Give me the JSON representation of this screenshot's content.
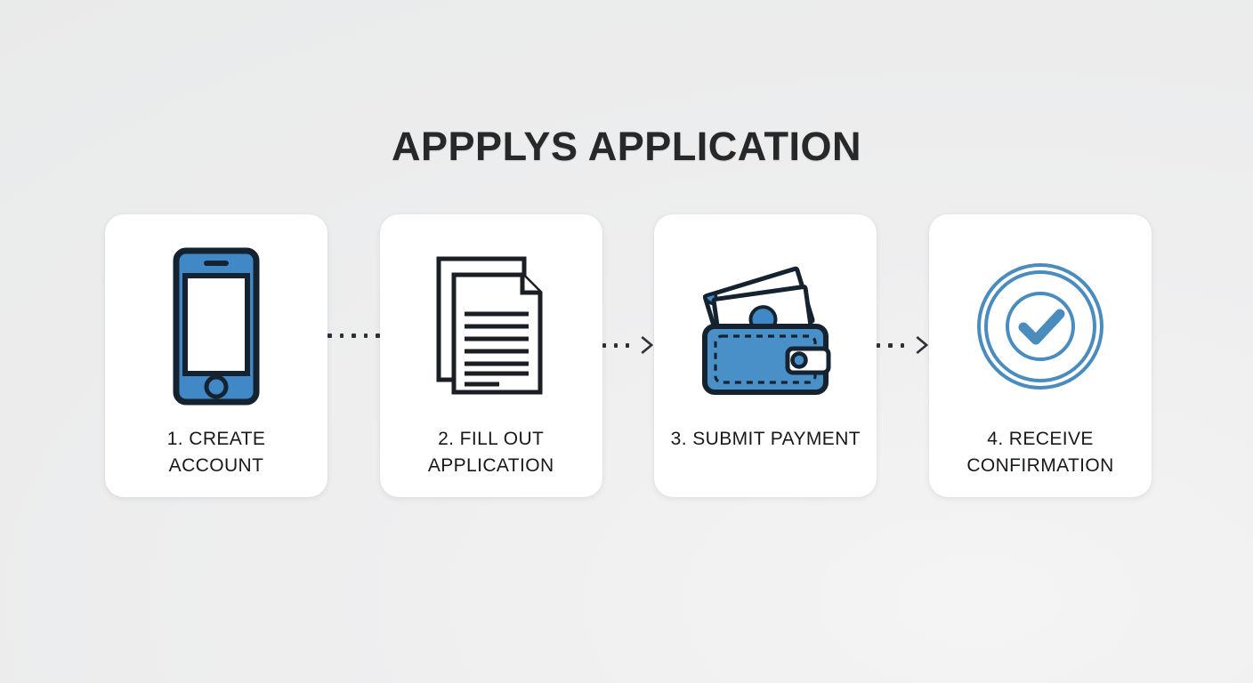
{
  "page": {
    "title": "APPPLYS APPLICATION",
    "background_color": "#eeefef",
    "title_color": "#262829"
  },
  "colors": {
    "icon_blue": "#4089c6",
    "icon_blue_light": "#5ba0d4",
    "icon_outline": "#15222f",
    "confirm_blue": "#4a8cbe",
    "card_background": "#ffffff",
    "label_color": "#17191a"
  },
  "steps": [
    {
      "number": "1.",
      "label": "1. CREATE ACCOUNT",
      "icon": "smartphone-icon"
    },
    {
      "number": "2.",
      "label": "2. FILL OUT APPLICATION",
      "icon": "documents-icon"
    },
    {
      "number": "3.",
      "label": "3. SUBMIT PAYMENT",
      "icon": "wallet-money-icon"
    },
    {
      "number": "4.",
      "label": "4. RECEIVE CONFIRMATION",
      "icon": "check-circle-icon"
    }
  ],
  "connectors": [
    {
      "name": "connector-1-2",
      "style": "dotted",
      "dots": 5,
      "arrowhead": false
    },
    {
      "name": "connector-2-3",
      "style": "dotted-arrow",
      "dots": 3,
      "arrowhead": true
    },
    {
      "name": "connector-3-4",
      "style": "dotted-arrow",
      "dots": 3,
      "arrowhead": true
    }
  ]
}
